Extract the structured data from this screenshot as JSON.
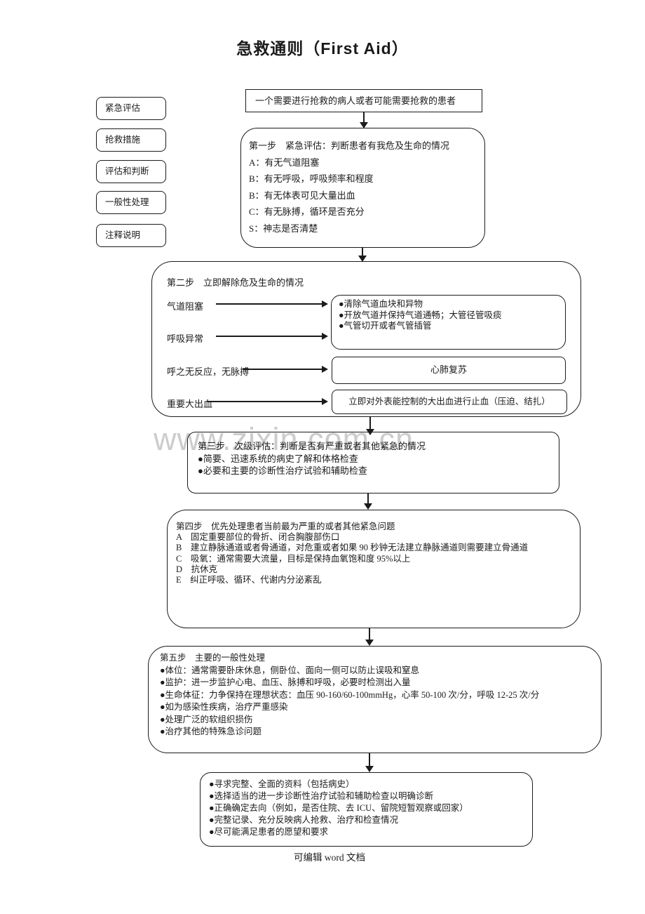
{
  "document": {
    "title": "急救通则（First Aid）",
    "watermark": "www.zixin.com.cn",
    "footer": "可编辑 word 文档"
  },
  "legend": {
    "items": [
      "紧急评估",
      "抢救措施",
      "评估和判断",
      "一般性处理",
      "注释说明"
    ]
  },
  "flowchart": {
    "start": "一个需要进行抢救的病人或者可能需要抢救的患者",
    "step1": {
      "title": "第一步　紧急评估：判断患者有我危及生命的情况",
      "lines": [
        "A：有无气道阻塞",
        "B：有无呼吸，呼吸频率和程度",
        "B：有无体表可见大量出血",
        "C：有无脉搏，循环是否充分",
        "S：神志是否清楚"
      ]
    },
    "step2": {
      "title": "第二步　立即解除危及生命的情况",
      "labels": [
        "气道阻塞",
        "呼吸异常",
        "呼之无反应，无脉搏",
        "重要大出血"
      ],
      "airway_actions": [
        "●清除气道血块和异物",
        "●开放气道并保持气道通畅；大管径管吸痰",
        "●气管切开或者气管插管"
      ],
      "cpr": "心肺复苏",
      "bleeding": "立即对外表能控制的大出血进行止血（压迫、结扎）"
    },
    "step3": {
      "title": "第三步　次级评估：判断是否有严重或者其他紧急的情况",
      "lines": [
        "●简要、迅速系统的病史了解和体格检查",
        "●必要和主要的诊断性治疗试验和辅助检查"
      ]
    },
    "step4": {
      "title": "第四步　优先处理患者当前最为严重的或者其他紧急问题",
      "lines": [
        "A　固定重要部位的骨折、闭合胸腹部伤口",
        "B　建立静脉通道或者骨通道，对危重或者如果 90 秒钟无法建立静脉通道则需要建立骨通道",
        "C　吸氧：通常需要大流量，目标是保持血氧饱和度 95%以上",
        "D　抗休克",
        "E　纠正呼吸、循环、代谢内分泌紊乱"
      ]
    },
    "step5": {
      "title": "第五步　主要的一般性处理",
      "lines": [
        "●体位：通常需要卧床休息，侧卧位、面向一侧可以防止误吸和窒息",
        "●监护：进一步监护心电、血压、脉搏和呼吸，必要时检测出入量",
        "●生命体征：力争保持在理想状态：血压 90-160/60-100mmHg，心率 50-100 次/分，呼吸 12-25 次/分",
        "●如为感染性疾病，治疗严重感染",
        "●处理广泛的软组织损伤",
        "●治疗其他的特殊急诊问题"
      ]
    },
    "final": {
      "lines": [
        "●寻求完整、全面的资料（包括病史）",
        "●选择适当的进一步诊断性治疗试验和辅助检查以明确诊断",
        "●正确确定去向（例如，是否住院、去 ICU、留院短暂观察或回家）",
        "●完整记录、充分反映病人抢救、治疗和检查情况",
        "●尽可能满足患者的愿望和要求"
      ]
    }
  },
  "colors": {
    "line": "#1b1b1b",
    "text": "#1b1b1b",
    "watermark": "#c7c7c7"
  }
}
